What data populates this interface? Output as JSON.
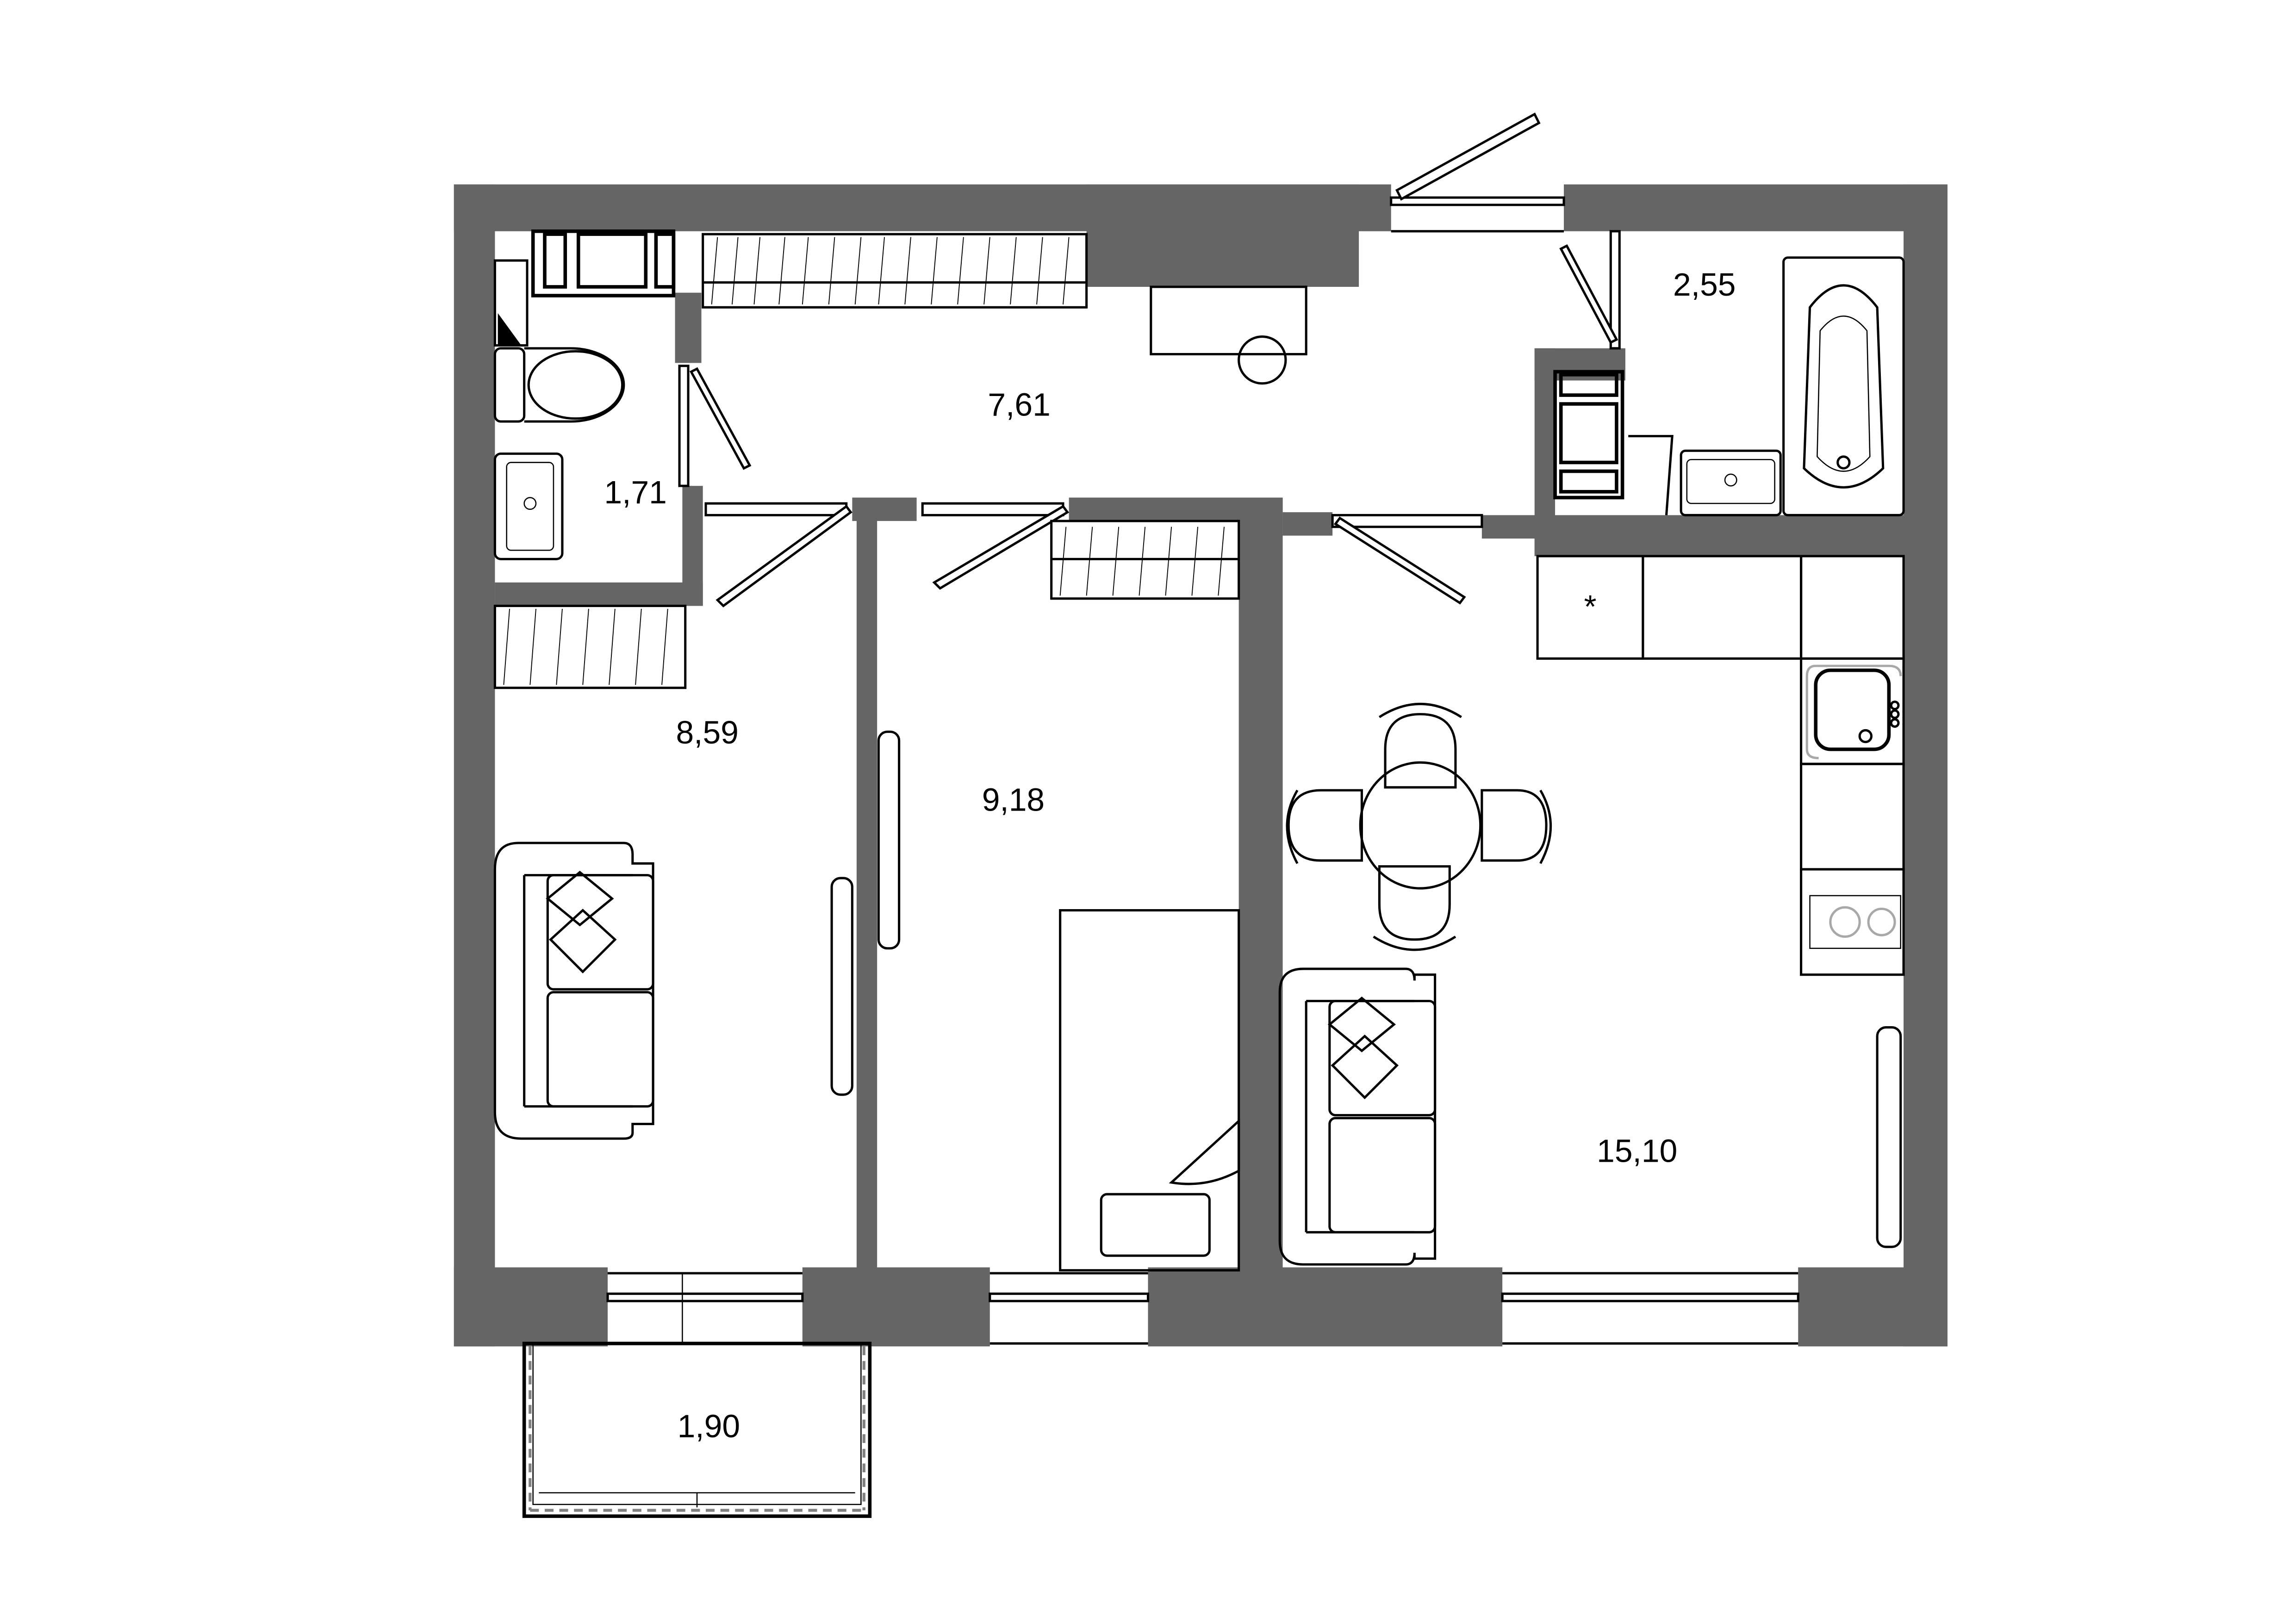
{
  "plan": {
    "type": "apartment-floor-plan",
    "wall_color": "#656565",
    "rooms": [
      {
        "id": "bathroom-wc",
        "area": "1,71"
      },
      {
        "id": "hallway",
        "area": "7,61"
      },
      {
        "id": "bathroom",
        "area": "2,55"
      },
      {
        "id": "bedroom-left",
        "area": "8,59"
      },
      {
        "id": "bedroom-middle",
        "area": "9,18"
      },
      {
        "id": "kitchen-living",
        "area": "15,10"
      },
      {
        "id": "balcony",
        "area": "1,90"
      }
    ],
    "markers": {
      "fridge_mark": "*"
    }
  }
}
